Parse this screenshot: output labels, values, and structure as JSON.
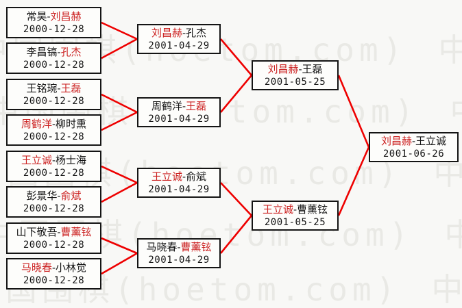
{
  "watermark": {
    "text": "中国围棋(hoetom.com)"
  },
  "separator": "-",
  "colors": {
    "line": "#ee0000",
    "winner_name": "#cc2222",
    "loser_name": "#141414",
    "box_border": "#141414",
    "box_background": "#fdfdfb",
    "page_background": "#f8f8f6",
    "watermark": "#e9e9e5"
  },
  "matches": [
    {
      "p1": "常昊",
      "p2": "刘昌赫",
      "p1_color": "black",
      "p2_color": "red",
      "date": "2000-12-28"
    },
    {
      "p1": "李昌镐",
      "p2": "孔杰",
      "p1_color": "black",
      "p2_color": "red",
      "date": "2000-12-28"
    },
    {
      "p1": "王铭琬",
      "p2": "王磊",
      "p1_color": "black",
      "p2_color": "red",
      "date": "2000-12-28"
    },
    {
      "p1": "周鹤洋",
      "p2": "柳时熏",
      "p1_color": "red",
      "p2_color": "black",
      "date": "2000-12-28"
    },
    {
      "p1": "王立诚",
      "p2": "杨士海",
      "p1_color": "red",
      "p2_color": "black",
      "date": "2000-12-28"
    },
    {
      "p1": "彭景华",
      "p2": "俞斌",
      "p1_color": "black",
      "p2_color": "red",
      "date": "2000-12-28"
    },
    {
      "p1": "山下敬吾",
      "p2": "曹薰铉",
      "p1_color": "black",
      "p2_color": "red",
      "date": "2000-12-28"
    },
    {
      "p1": "马晓春",
      "p2": "小林觉",
      "p1_color": "red",
      "p2_color": "black",
      "date": "2000-12-28"
    },
    {
      "p1": "刘昌赫",
      "p2": "孔杰",
      "p1_color": "red",
      "p2_color": "black",
      "date": "2001-04-29"
    },
    {
      "p1": "周鹤洋",
      "p2": "王磊",
      "p1_color": "black",
      "p2_color": "red",
      "date": "2001-04-29"
    },
    {
      "p1": "王立诚",
      "p2": "俞斌",
      "p1_color": "red",
      "p2_color": "black",
      "date": "2001-04-29"
    },
    {
      "p1": "马晓春",
      "p2": "曹薰铉",
      "p1_color": "black",
      "p2_color": "red",
      "date": "2001-04-29"
    },
    {
      "p1": "刘昌赫",
      "p2": "王磊",
      "p1_color": "red",
      "p2_color": "black",
      "date": "2001-05-25"
    },
    {
      "p1": "王立诚",
      "p2": "曹薰铉",
      "p1_color": "red",
      "p2_color": "black",
      "date": "2001-05-25"
    },
    {
      "p1": "刘昌赫",
      "p2": "王立诚",
      "p1_color": "red",
      "p2_color": "black",
      "date": "2001-06-26"
    }
  ]
}
